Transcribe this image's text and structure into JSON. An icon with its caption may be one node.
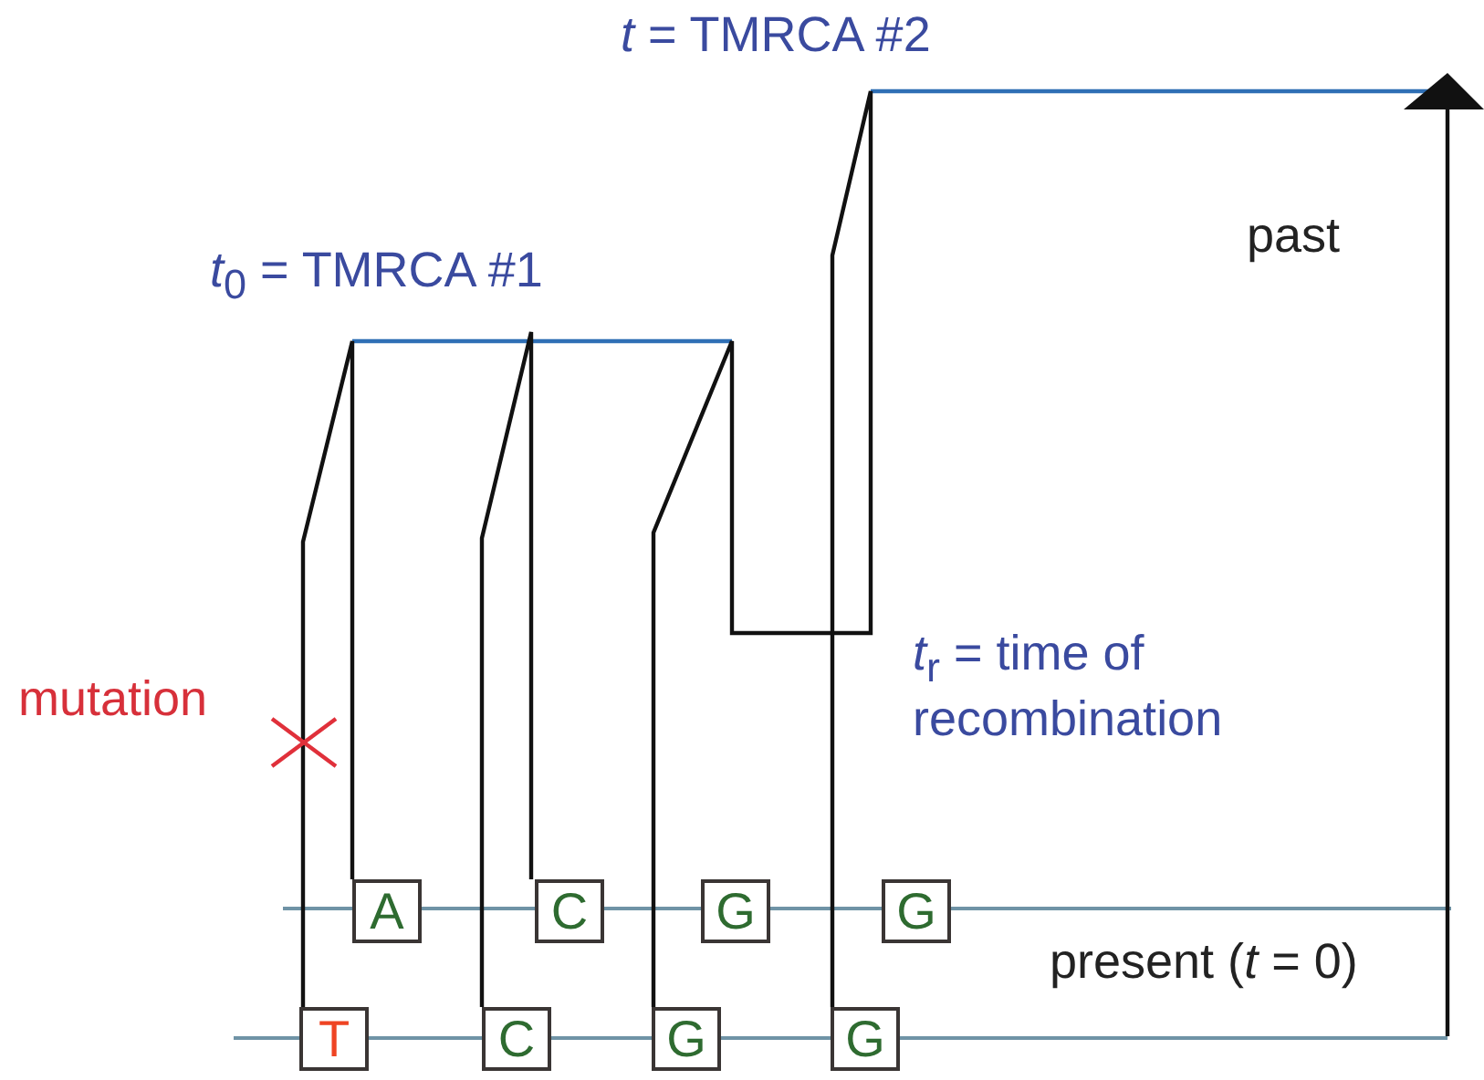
{
  "diagram": {
    "nodes": [
      {
        "text": [
          "A"
        ]
      },
      {
        "text": [
          "C"
        ]
      },
      {
        "text": [
          "G"
        ]
      },
      {
        "text": [
          "G"
        ]
      },
      {
        "text": [
          "T"
        ]
      },
      {
        "text": [
          "C"
        ]
      },
      {
        "text": [
          "G"
        ]
      },
      {
        "text": [
          "G"
        ]
      }
    ],
    "edges": [
      {
        "from": 4,
        "to": 0,
        "arrow": "none"
      },
      {
        "from": 5,
        "to": 1,
        "arrow": "none"
      },
      {
        "from": 6,
        "to": 7,
        "arrow": "none"
      }
    ],
    "labels": [
      "*t* = TMRCA #2",
      "past",
      "*t*$_{0}$ = TMRCA #1",
      "*t*$_{r}$ = time of recombination",
      "mutation",
      "present (*t* = 0)"
    ]
  }
}
